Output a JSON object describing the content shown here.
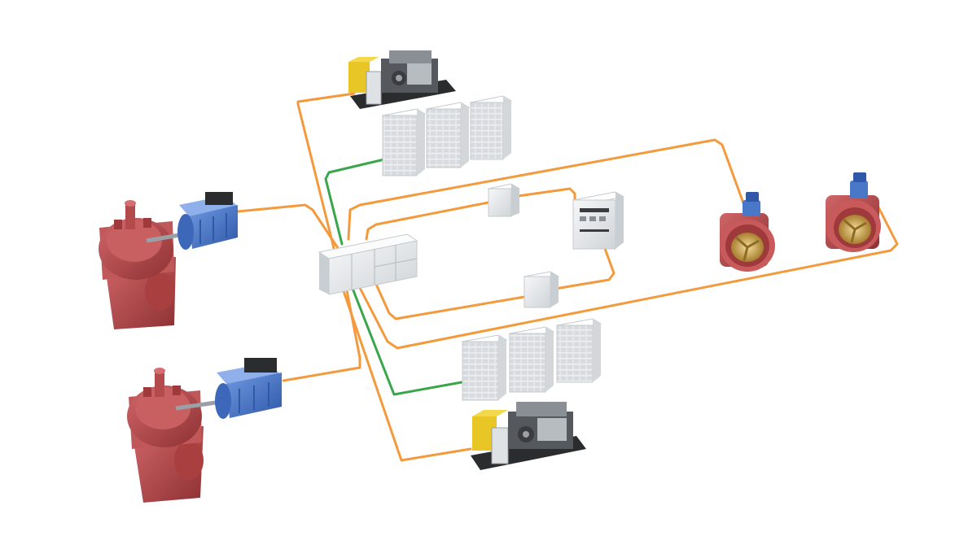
{
  "diagram": {
    "type": "hybrid-marine-propulsion-system",
    "labels_visible": false,
    "components": [
      {
        "id": "generator-set-top",
        "kind": "generator-set"
      },
      {
        "id": "generator-set-bottom",
        "kind": "generator-set"
      },
      {
        "id": "battery-bank-top",
        "kind": "battery-bank",
        "racks": 3
      },
      {
        "id": "battery-bank-bottom",
        "kind": "battery-bank",
        "racks": 3
      },
      {
        "id": "main-switchboard",
        "kind": "switchboard"
      },
      {
        "id": "converter-upper",
        "kind": "converter-cabinet"
      },
      {
        "id": "converter-lower",
        "kind": "converter-cabinet"
      },
      {
        "id": "distribution-panel",
        "kind": "distribution-panel"
      },
      {
        "id": "propulsion-motor-upper",
        "kind": "electric-motor"
      },
      {
        "id": "propulsion-motor-lower",
        "kind": "electric-motor"
      },
      {
        "id": "azimuth-thruster-upper",
        "kind": "azimuth-thruster"
      },
      {
        "id": "azimuth-thruster-lower",
        "kind": "azimuth-thruster"
      },
      {
        "id": "tunnel-thruster-left",
        "kind": "tunnel-thruster"
      },
      {
        "id": "tunnel-thruster-right",
        "kind": "tunnel-thruster"
      }
    ],
    "connection_types": [
      {
        "kind": "ac-power",
        "color": "#f39a3d"
      },
      {
        "kind": "dc-battery",
        "color": "#3aa64a"
      }
    ]
  },
  "colors": {
    "ac_line": "#f39a3d",
    "dc_line": "#3aa64a",
    "thruster_red": "#b5484a",
    "motor_blue": "#4a78c8",
    "genset_yellow": "#e8c626",
    "cabinet_grey": "#e7eaed",
    "propeller_gold": "#c9a24a"
  }
}
